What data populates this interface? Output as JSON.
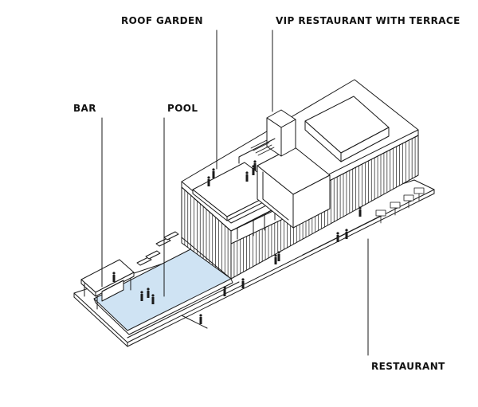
{
  "labels": {
    "roof_garden": "ROOF GARDEN",
    "vip_restaurant": "VIP RESTAURANT WITH TERRACE",
    "bar": "BAR",
    "pool": "POOL",
    "restaurant": "RESTAURANT"
  },
  "colors": {
    "line": "#1a1a1a",
    "pool_water": "#cfe3f3",
    "background": "#ffffff",
    "fill_white": "#ffffff"
  }
}
